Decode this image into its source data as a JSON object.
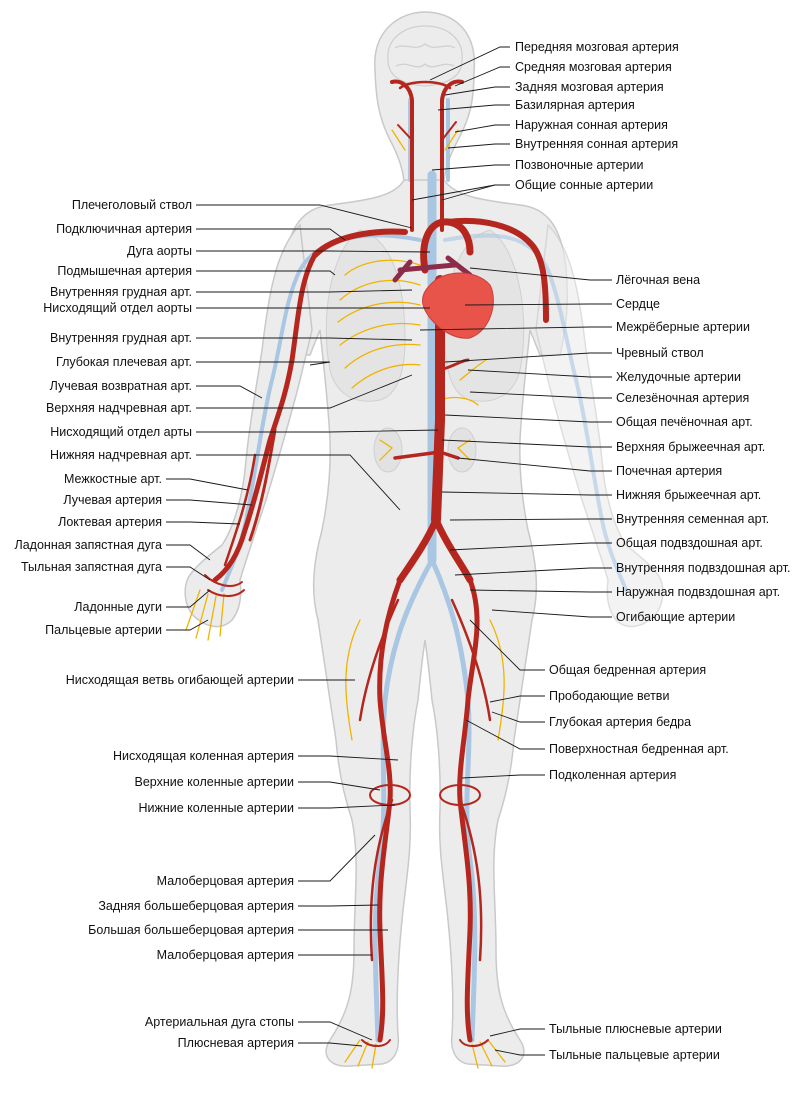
{
  "labels_right": [
    "Передняя мозговая артерия",
    "Средняя мозговая артерия",
    "Задняя мозговая артерия",
    "Базилярная артерия",
    "Наружная сонная артерия",
    "Внутренняя сонная артерия",
    "Позвоночные артерии",
    "Общие сонные артерии",
    "Лёгочная вена",
    "Сердце",
    "Межрёберные артерии",
    "Чревный ствол",
    "Желудочные артерии",
    "Селезёночная артерия",
    "Общая печёночная арт.",
    "Верхняя брыжеечная арт.",
    "Почечная артерия",
    "Нижняя брыжеечная арт.",
    "Внутренняя семенная арт.",
    "Общая подвздошная арт.",
    "Внутренняя подвздошная арт.",
    "Наружная подвздошная арт.",
    "Огибающие артерии",
    "Общая бедренная артерия",
    "Прободающие ветви",
    "Глубокая артерия бедра",
    "Поверхностная бедренная арт.",
    "Подколенная артерия",
    "Тыльные плюсневые артерии",
    "Тыльные пальцевые артерии"
  ],
  "labels_left": [
    "Плечеголовый ствол",
    "Подключичная артерия",
    "Дуга аорты",
    "Подмышечная артерия",
    "Внутренняя грудная арт.",
    "Нисходящий отдел аорты",
    "Внутренняя грудная арт.",
    "Глубокая плечевая арт.",
    "Лучевая возвратная арт.",
    "Верхняя надчревная арт.",
    "Нисходящий отдел арты",
    "Нижняя надчревная арт.",
    "Межкостные арт.",
    "Лучевая артерия",
    "Локтевая артерия",
    "Ладонная запястная дуга",
    "Тыльная запястная дуга",
    "Ладонные дуги",
    "Пальцевые артерии",
    "Нисходящая ветвь огибающей артерии",
    "Нисходящая коленная артерия",
    "Верхние коленные артерии",
    "Нижние коленные артерии",
    "Малоберцовая артерия",
    "Задняя большеберцовая артерия",
    "Большая большеберцовая артерия",
    "Малоберцовая артерия",
    "Артериальная дуга стопы",
    "Плюсневая артерия"
  ],
  "colors": {
    "body_fill": "#ececec",
    "body_outline": "#c9c9c9",
    "artery": "#b5261e",
    "artery_small": "#f0b400",
    "vein": "#a9c7e3",
    "heart": "#e8534a"
  }
}
